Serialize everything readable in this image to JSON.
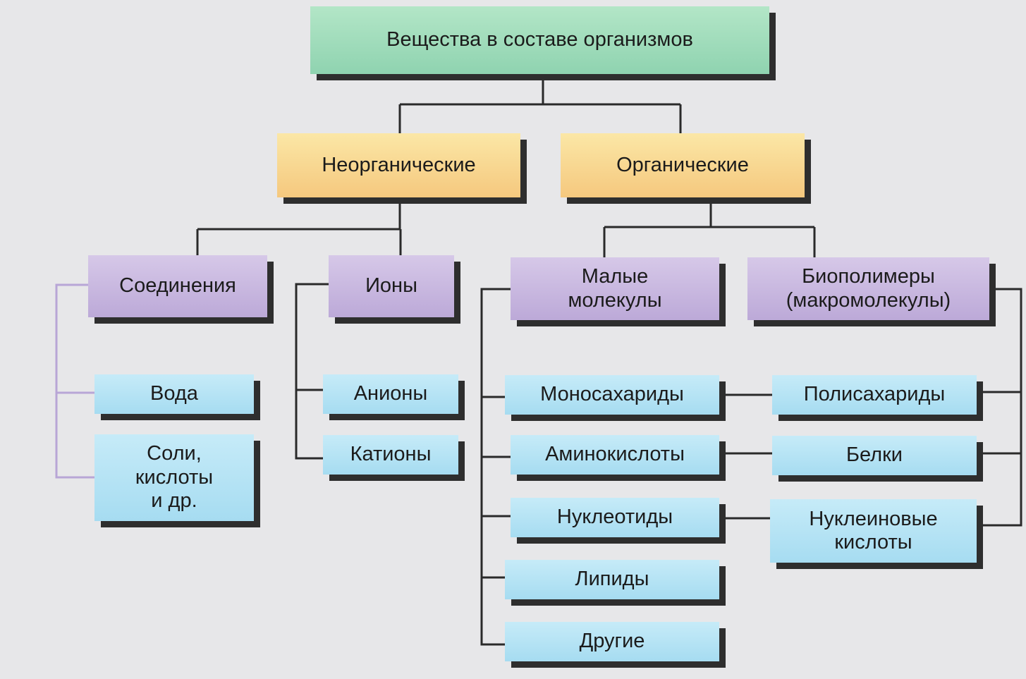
{
  "root": {
    "label": "Вещества в составе организмов"
  },
  "level1": {
    "inorganic": {
      "label": "Неорганические"
    },
    "organic": {
      "label": "Органические"
    }
  },
  "level2": {
    "compounds": {
      "label": "Соединения"
    },
    "ions": {
      "label": "Ионы"
    },
    "small_molecules": {
      "label": "Малые\nмолекулы"
    },
    "biopolymers": {
      "label": "Биополимеры\n(макромолекулы)"
    }
  },
  "compounds_items": [
    {
      "label": "Вода"
    },
    {
      "label": "Соли,\nкислоты\nи др."
    }
  ],
  "ions_items": [
    {
      "label": "Анионы"
    },
    {
      "label": "Катионы"
    }
  ],
  "small_molecules_items": [
    {
      "label": "Моносахариды"
    },
    {
      "label": "Аминокислоты"
    },
    {
      "label": "Нуклеотиды"
    },
    {
      "label": "Липиды"
    },
    {
      "label": "Другие"
    }
  ],
  "biopolymers_items": [
    {
      "label": "Полисахариды"
    },
    {
      "label": "Белки"
    },
    {
      "label": "Нуклеиновые\nкислоты"
    }
  ],
  "colors": {
    "root": "#a3dcbc",
    "level1": "#f7d48f",
    "level2": "#c7b6de",
    "leaf": "#b3e2f4",
    "connector": "#2a2a2a",
    "connector_secondary": "#b8a6d6"
  }
}
